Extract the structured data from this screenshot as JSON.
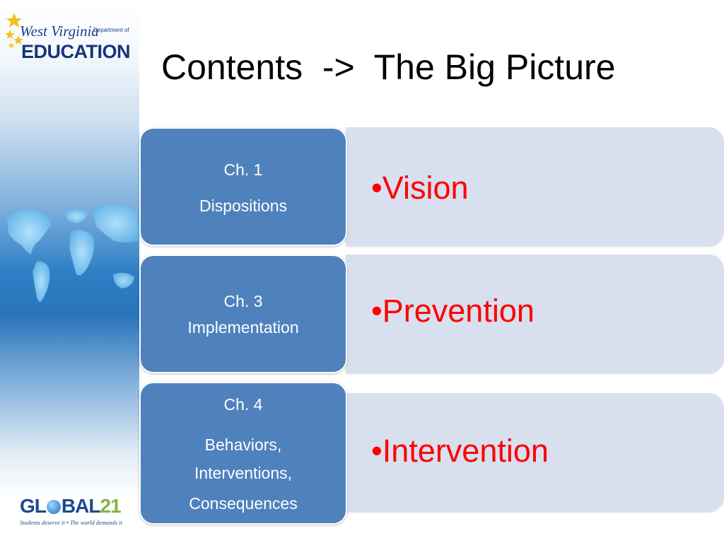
{
  "branding": {
    "wv_script": "West Virginia",
    "wv_department": "Department of",
    "wv_education": "EDUCATION",
    "global_word": "GL",
    "global_word_rest": "BAL",
    "global_num": "21",
    "global_tagline": "Students deserve it • The world demands it"
  },
  "slide": {
    "title": "Contents  ->  The Big Picture"
  },
  "rows": [
    {
      "chapter": "Ch. 1",
      "name_lines": [
        "Dispositions"
      ],
      "bullet": "•Vision"
    },
    {
      "chapter": "Ch. 3",
      "name_lines": [
        "Implementation"
      ],
      "bullet": "•Prevention"
    },
    {
      "chapter": "Ch. 4",
      "name_lines": [
        "Behaviors,",
        "Interventions,",
        "Consequences"
      ],
      "bullet": "•Intervention"
    }
  ],
  "colors": {
    "chapter_box": "#4f81bd",
    "band": "#d8dfee",
    "bullet_text": "#ff0000"
  }
}
